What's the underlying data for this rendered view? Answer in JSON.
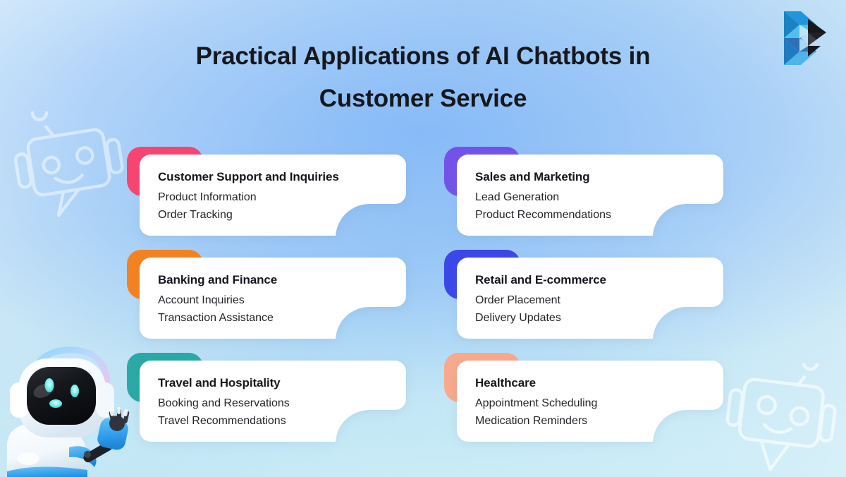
{
  "title": {
    "line1": "Practical Applications of AI Chatbots in",
    "line2": "Customer Service"
  },
  "colors": {
    "accent_pink": "#f8456f",
    "accent_purple": "#7452ea",
    "accent_orange": "#f58220",
    "accent_blue": "#3b47e8",
    "accent_teal": "#2aa9a6",
    "accent_peach": "#f9a98c",
    "card_background": "#ffffff",
    "title_text": "#16181d",
    "body_text": "#232529",
    "logo_blue": "#1b9ad6",
    "logo_dark": "#17181c"
  },
  "cards": [
    {
      "title": "Customer Support and Inquiries",
      "items": [
        "Product Information",
        "Order Tracking"
      ],
      "accent": "#f8456f",
      "accent_name": "pink"
    },
    {
      "title": "Sales and Marketing",
      "items": [
        "Lead Generation",
        "Product Recommendations"
      ],
      "accent": "#7452ea",
      "accent_name": "purple"
    },
    {
      "title": "Banking and Finance",
      "items": [
        "Account Inquiries",
        "Transaction Assistance"
      ],
      "accent": "#f58220",
      "accent_name": "orange"
    },
    {
      "title": "Retail and E-commerce",
      "items": [
        "Order Placement",
        "Delivery Updates"
      ],
      "accent": "#3b47e8",
      "accent_name": "blue"
    },
    {
      "title": "Travel and Hospitality",
      "items": [
        "Booking and Reservations",
        "Travel Recommendations"
      ],
      "accent": "#2aa9a6",
      "accent_name": "teal"
    },
    {
      "title": "Healthcare",
      "items": [
        "Appointment Scheduling",
        "Medication Reminders"
      ],
      "accent": "#f9a98c",
      "accent_name": "peach"
    }
  ],
  "decorations": {
    "logo": "brand-logo-icon",
    "mascot": "robot-mascot-illustration",
    "watermark_left": "robot-head-outline-icon",
    "watermark_right": "robot-head-outline-icon"
  }
}
